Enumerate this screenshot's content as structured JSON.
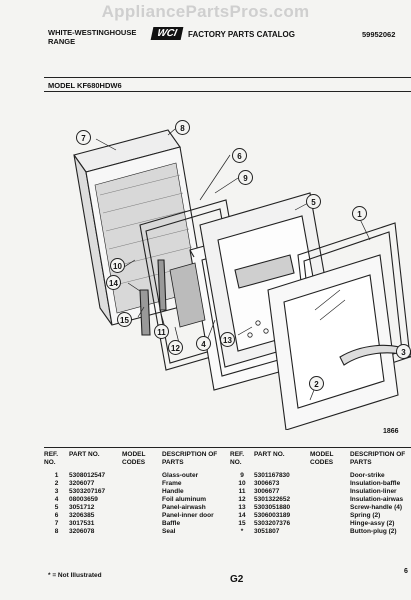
{
  "watermark": "AppliancePartsPros.com",
  "header": {
    "brand_line1": "WHITE-WESTINGHOUSE",
    "brand_line2": "RANGE",
    "logo": "WCI",
    "catalog_title": "FACTORY PARTS CATALOG",
    "catalog_number": "59952062"
  },
  "model": "MODEL KF680HDW6",
  "diagram": {
    "callouts": [
      "7",
      "8",
      "6",
      "9",
      "5",
      "1",
      "10",
      "14",
      "15",
      "11",
      "12",
      "4",
      "13",
      "2",
      "3"
    ],
    "figure_number": "1866"
  },
  "table": {
    "headers": {
      "ref": "REF. NO.",
      "part": "PART NO.",
      "model": "MODEL CODES",
      "desc": "DESCRIPTION OF PARTS"
    },
    "left_rows": [
      {
        "ref": "1",
        "part": "5308012547",
        "model": "",
        "desc": "Glass-outer"
      },
      {
        "ref": "2",
        "part": "3206077",
        "model": "",
        "desc": "Frame"
      },
      {
        "ref": "3",
        "part": "5303207167",
        "model": "",
        "desc": "Handle"
      },
      {
        "ref": "4",
        "part": "08003659",
        "model": "",
        "desc": "Foil aluminum"
      },
      {
        "ref": "5",
        "part": "3051712",
        "model": "",
        "desc": "Panel-airwash"
      },
      {
        "ref": "6",
        "part": "3206385",
        "model": "",
        "desc": "Panel-inner door"
      },
      {
        "ref": "7",
        "part": "3017531",
        "model": "",
        "desc": "Baffle"
      },
      {
        "ref": "8",
        "part": "3206078",
        "model": "",
        "desc": "Seal"
      }
    ],
    "right_rows": [
      {
        "ref": "9",
        "part": "5301167830",
        "model": "",
        "desc": "Door-strike"
      },
      {
        "ref": "10",
        "part": "3006673",
        "model": "",
        "desc": "Insulation-baffle"
      },
      {
        "ref": "11",
        "part": "3006677",
        "model": "",
        "desc": "Insulation-liner"
      },
      {
        "ref": "12",
        "part": "5301322652",
        "model": "",
        "desc": "Insulation-airwas"
      },
      {
        "ref": "13",
        "part": "5303051880",
        "model": "",
        "desc": "Screw-handle (4)"
      },
      {
        "ref": "14",
        "part": "5306003189",
        "model": "",
        "desc": "Spring (2)"
      },
      {
        "ref": "15",
        "part": "5303207376",
        "model": "",
        "desc": "Hinge-assy (2)"
      },
      {
        "ref": "*",
        "part": "3051807",
        "model": "",
        "desc": "Button-plug (2)"
      }
    ]
  },
  "footer": {
    "note": "* = Not Illustrated",
    "page": "G2",
    "edge": "6"
  }
}
